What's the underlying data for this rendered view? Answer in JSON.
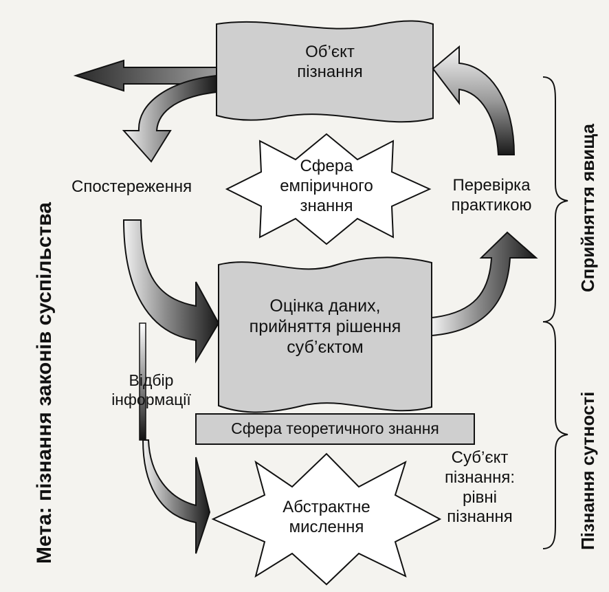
{
  "nodes": {
    "object": {
      "line1": "Об’єкт",
      "line2": "пізнання"
    },
    "empirical": {
      "line1": "Сфера",
      "line2": "емпіричного",
      "line3": "знання"
    },
    "observation": "Спостереження",
    "practice": {
      "line1": "Перевірка",
      "line2": "практикою"
    },
    "evaluation": {
      "line1": "Оцінка даних,",
      "line2": "прийняття рішення",
      "line3": "суб’єктом"
    },
    "selection": {
      "line1": "Відбір",
      "line2": "інформації"
    },
    "theoretical": "Сфера теоретичного знання",
    "abstract": {
      "line1": "Абстрактне",
      "line2": "мислення"
    },
    "subject": {
      "line1": "Суб’єкт",
      "line2": "пізнання:",
      "line3": "рівні",
      "line4": "пізнання"
    }
  },
  "side_labels": {
    "goal": "Мета: пізнання законів суспільства",
    "perception": "Сприйняття явища",
    "essence": "Пізнання сутності"
  },
  "colors": {
    "block_fill": "#cfcfcf",
    "star_fill": "#ffffff",
    "ink": "#111111",
    "background": "#f4f3ef"
  }
}
